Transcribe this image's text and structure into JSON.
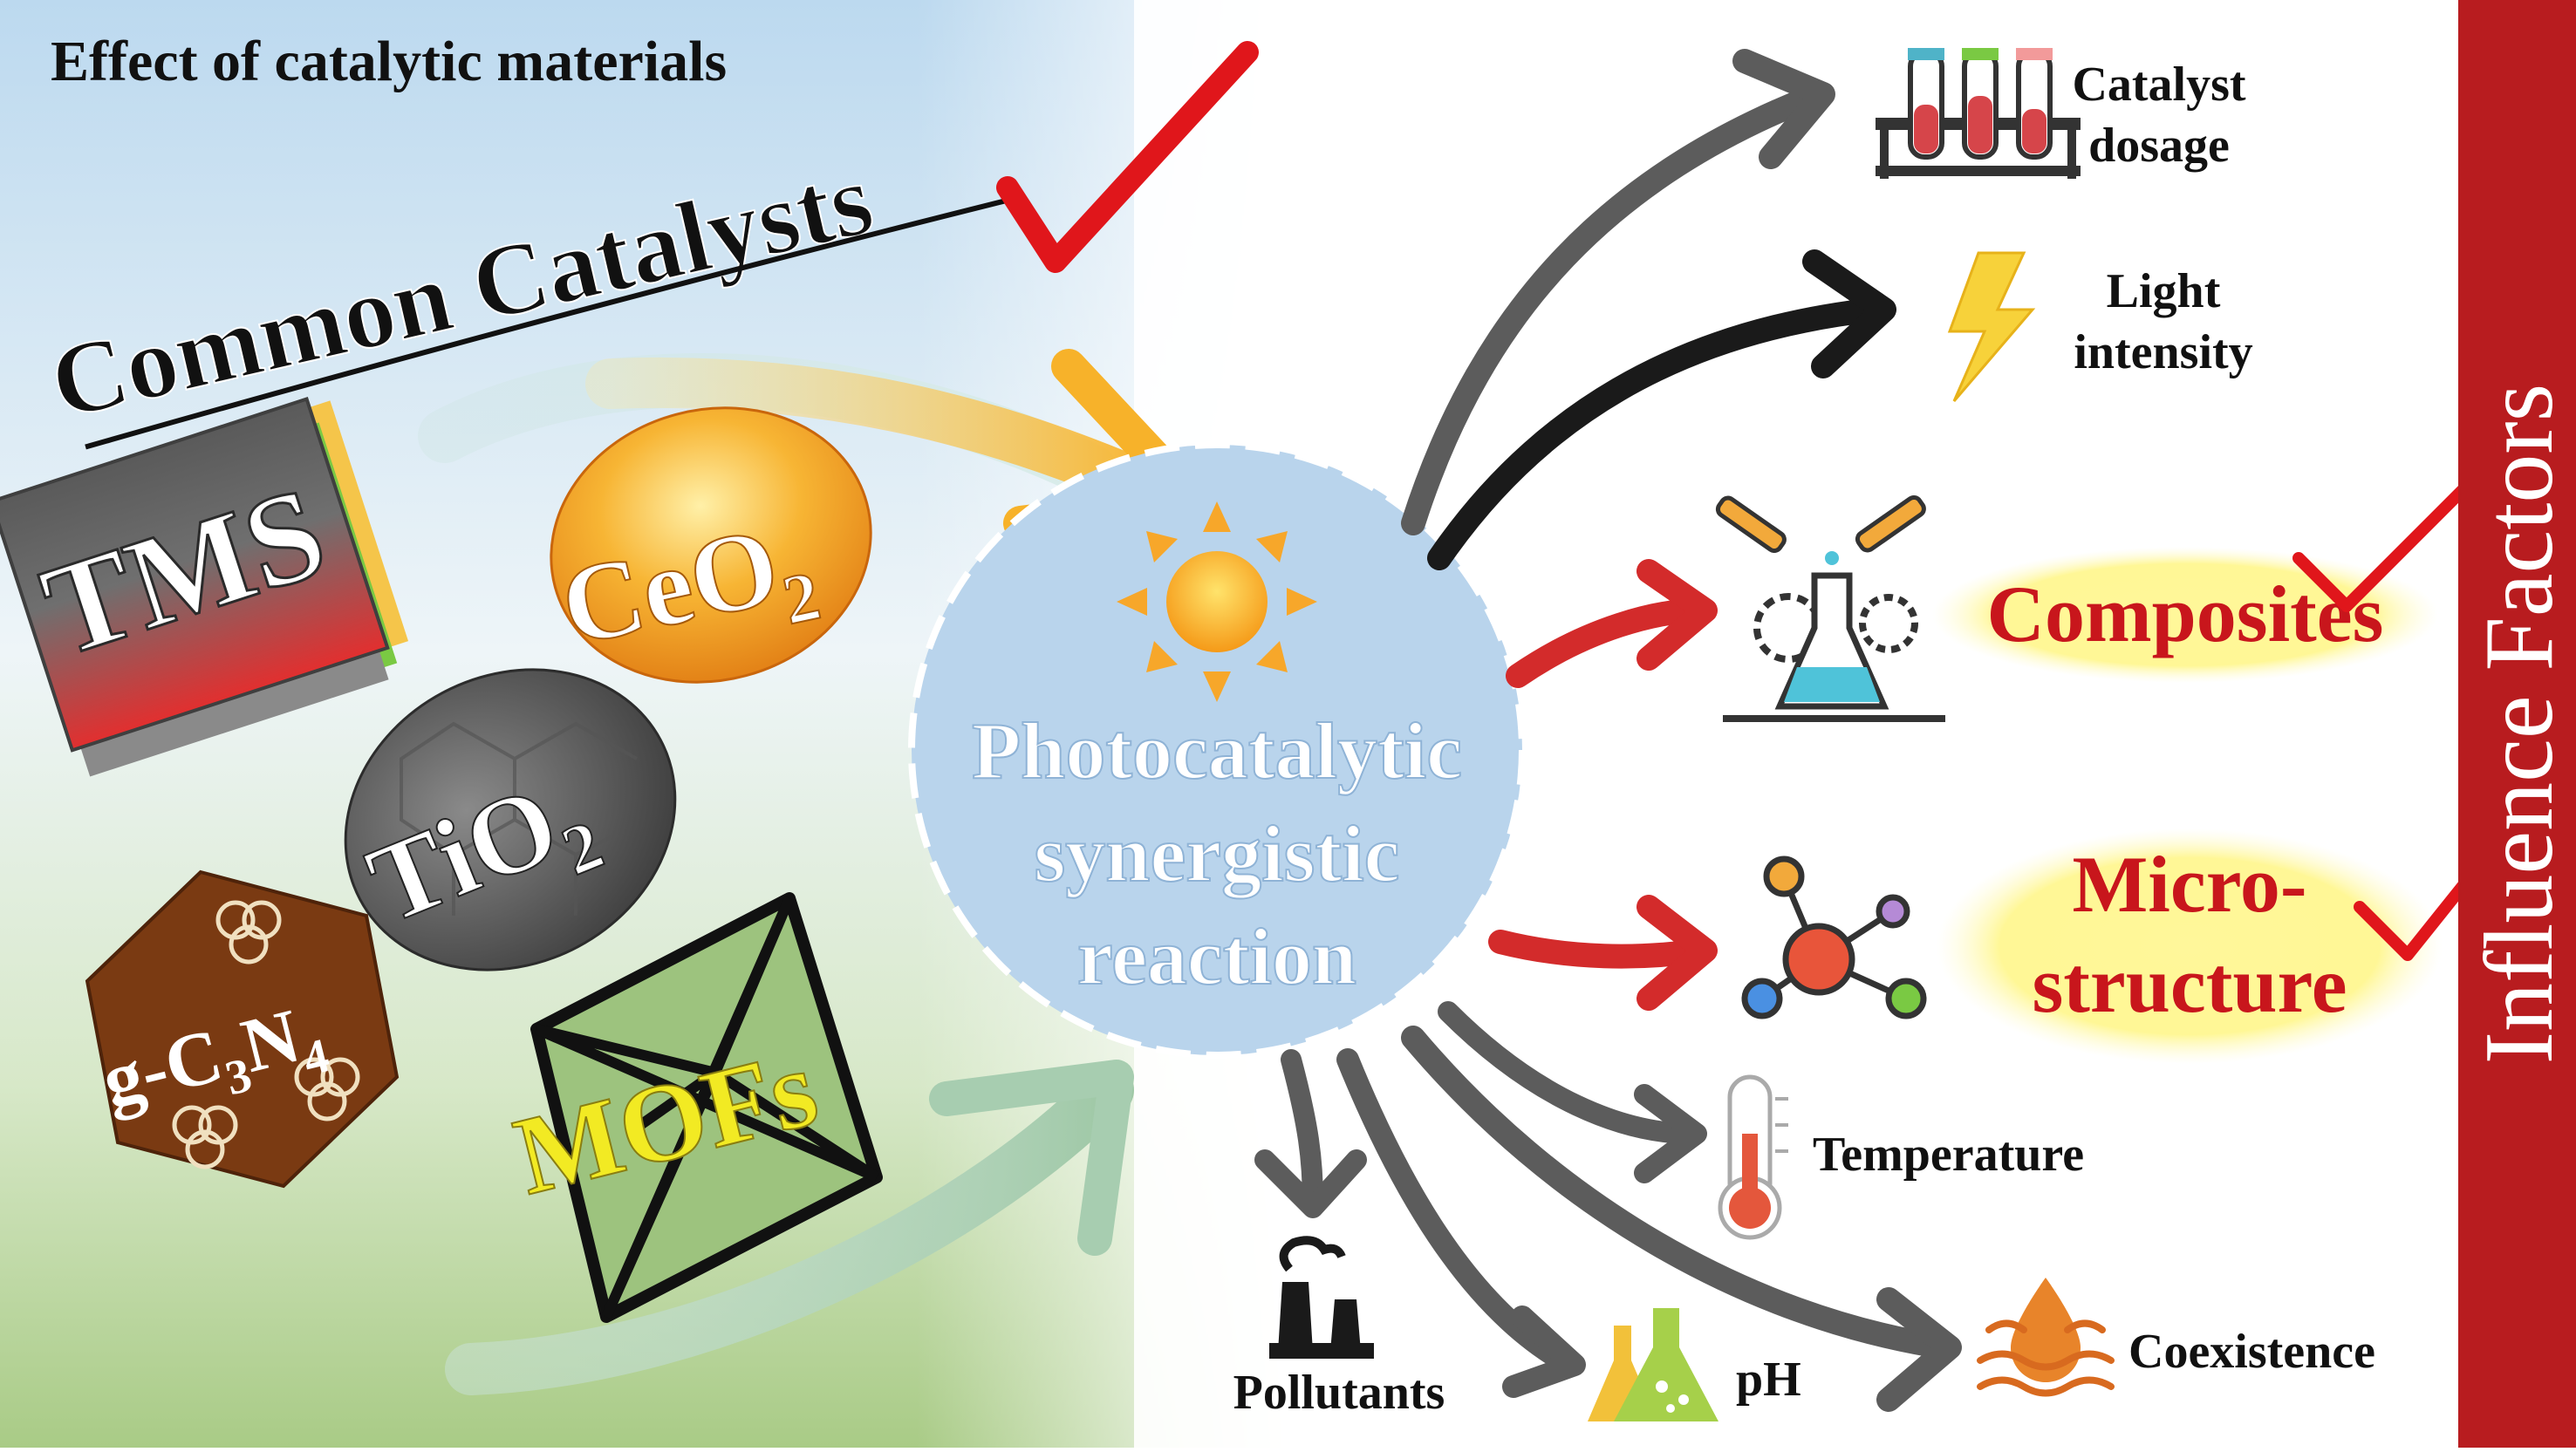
{
  "header": {
    "title": "Effect of catalytic materials"
  },
  "left": {
    "heading": "Common Catalysts",
    "catalysts": {
      "tms": "TMS",
      "ceo2": {
        "base": "CeO",
        "sub": "2"
      },
      "tio2": {
        "base": "TiO",
        "sub": "2"
      },
      "gc3n4": {
        "prefix": "g-C",
        "sub1": "3",
        "mid": "N",
        "sub2": "4"
      },
      "mofs": "MOFs"
    }
  },
  "center": {
    "line1": "Photocatalytic",
    "line2": "synergistic",
    "line3": "reaction"
  },
  "factors": {
    "catalyst_dosage": {
      "line1": "Catalyst",
      "line2": "dosage"
    },
    "light_intensity": {
      "line1": "Light",
      "line2": "intensity"
    },
    "composites": "Composites",
    "microstructure": {
      "line1": "Micro-",
      "line2": "structure"
    },
    "temperature": "Temperature",
    "coexistence": "Coexistence",
    "ph": "pH",
    "pollutants": "Pollutants"
  },
  "sidebar": {
    "label": "Influence Factors"
  },
  "colors": {
    "sidebar": "#b81c1f",
    "check": "#e0161b",
    "highlight_text": "#c8161c",
    "circle": "#b9d4ec",
    "ceo2": "#f29a1e",
    "mofs_text": "#f2ea23",
    "gc3n4": "#7a3a12"
  }
}
